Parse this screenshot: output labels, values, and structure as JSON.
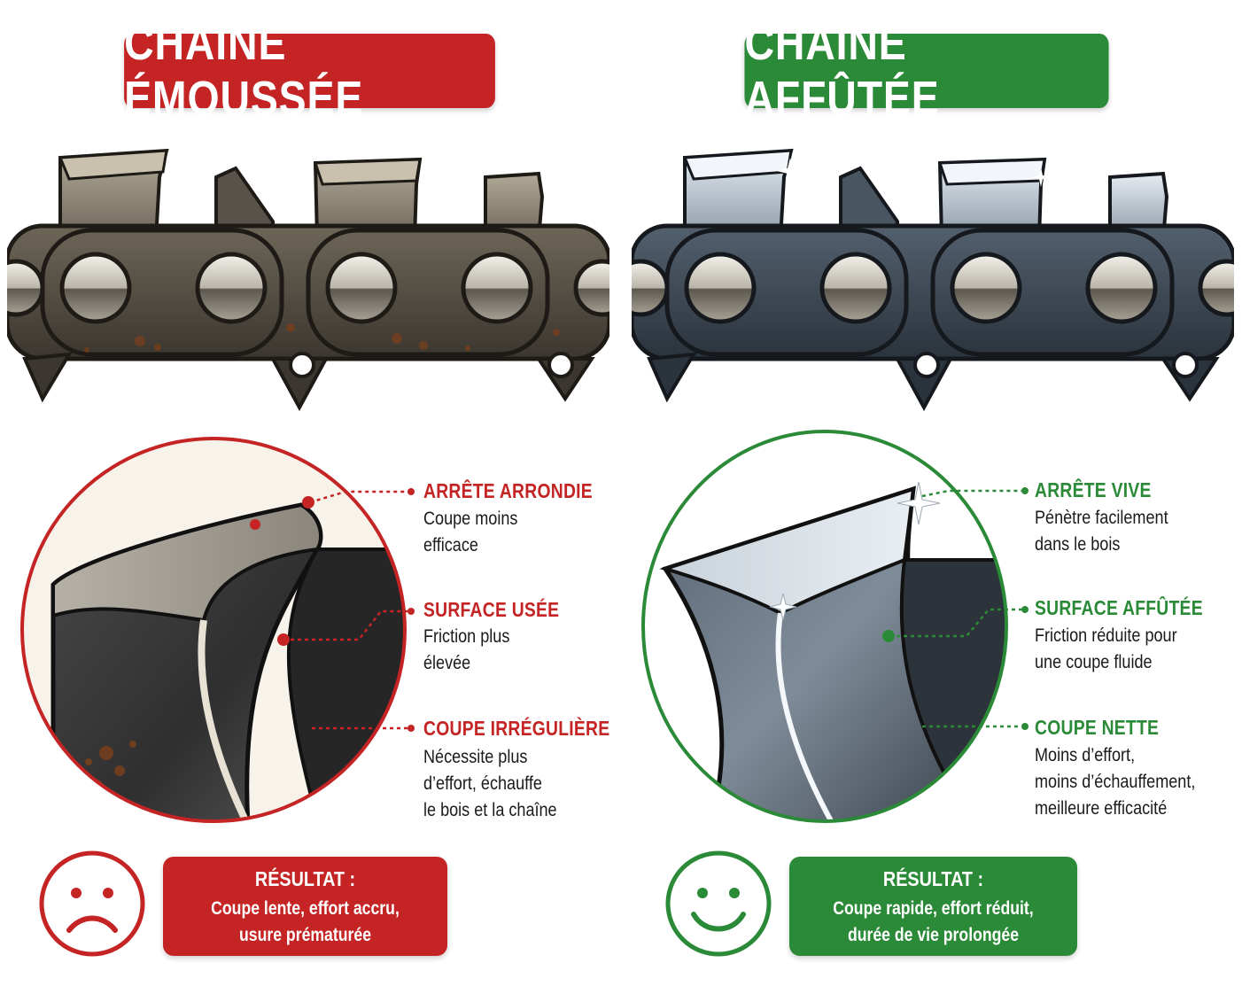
{
  "left": {
    "title": "CHAÎNE ÉMOUSSÉE",
    "accent_color": "#c52424",
    "callouts": [
      {
        "title": "ARRÊTE ARRONDIE",
        "text": "Coupe moins\nefficace"
      },
      {
        "title": "SURFACE USÉE",
        "text": "Friction plus\nélevée"
      },
      {
        "title": "COUPE IRRÉGULIÈRE",
        "text": "Nécessite plus\nd’effort, échauffe\nle bois et la chaîne"
      }
    ],
    "result": {
      "title": "RÉSULTAT :",
      "text": "Coupe lente, effort accru,\nusure prématurée"
    },
    "face_icon": "sad-face-icon"
  },
  "right": {
    "title": "CHAÎNE AFFÛTÉE",
    "accent_color": "#2b8a37",
    "callouts": [
      {
        "title": "ARRÊTE VIVE",
        "text": "Pénètre facilement\ndans le bois"
      },
      {
        "title": "SURFACE AFFÛTÉE",
        "text": "Friction réduite pour\nune coupe fluide"
      },
      {
        "title": "COUPE NETTE",
        "text": "Moins d’effort,\nmoins d’échauffement,\nmeilleure efficacité"
      }
    ],
    "result": {
      "title": "RÉSULTAT :",
      "text": "Coupe rapide, effort réduit,\ndurée de vie prolongée"
    },
    "face_icon": "happy-face-icon"
  }
}
